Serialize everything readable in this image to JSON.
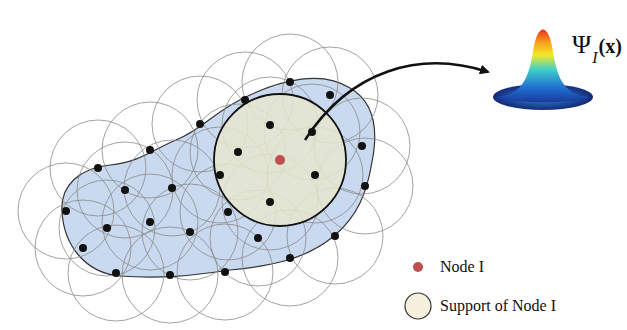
{
  "diagram": {
    "labels": [
      "Ψ",
      "I",
      "(x)"
    ],
    "legend": [
      {
        "text": "Node I",
        "color": "#c0504d"
      },
      {
        "text": "Support of Node I"
      }
    ]
  }
}
